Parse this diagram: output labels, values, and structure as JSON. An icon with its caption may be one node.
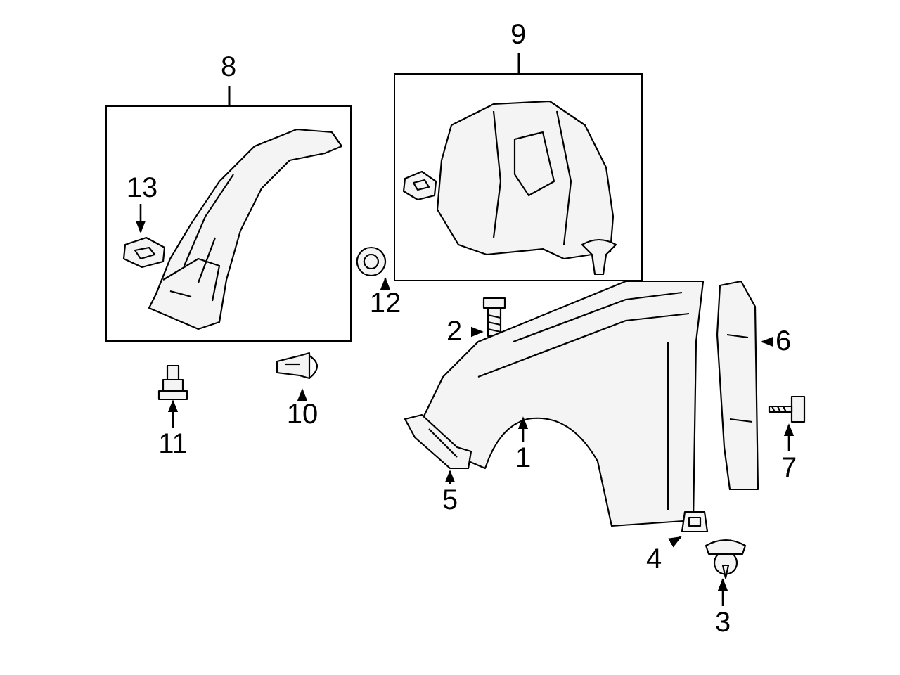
{
  "diagram": {
    "nodes": [
      {
        "text": [
          "8"
        ]
      },
      {
        "text": [],
        "shape": "picture",
        "in": 0
      },
      {
        "text": [
          "13"
        ],
        "in": 0
      },
      {
        "text": [],
        "shape": "picture",
        "in": 0
      },
      {
        "text": [
          "9"
        ]
      },
      {
        "text": [],
        "shape": "picture",
        "in": 4
      },
      {
        "text": [],
        "shape": "picture",
        "in": 4
      },
      {
        "text": [],
        "shape": "picture",
        "in": 4
      },
      {
        "text": [
          "12"
        ]
      },
      {
        "text": [],
        "shape": "picture"
      },
      {
        "text": [
          "10"
        ]
      },
      {
        "text": [],
        "shape": "picture"
      },
      {
        "text": [
          "11"
        ]
      },
      {
        "text": [],
        "shape": "picture"
      },
      {
        "text": [
          "2"
        ]
      },
      {
        "text": [],
        "shape": "picture"
      },
      {
        "text": [
          "1"
        ]
      },
      {
        "text": [],
        "shape": "picture"
      },
      {
        "text": [
          "5"
        ]
      },
      {
        "text": [],
        "shape": "picture"
      },
      {
        "text": [
          "6"
        ]
      },
      {
        "text": [],
        "shape": "picture"
      },
      {
        "text": [
          "7"
        ]
      },
      {
        "text": [],
        "shape": "picture"
      },
      {
        "text": [
          "4"
        ]
      },
      {
        "text": [],
        "shape": "picture"
      },
      {
        "text": [
          "3"
        ]
      },
      {
        "text": [],
        "shape": "picture"
      }
    ],
    "edges": [
      {
        "from": 2,
        "to": 3,
        "arrow": "to"
      },
      {
        "from": 8,
        "to": 9,
        "arrow": "to"
      },
      {
        "from": 10,
        "to": 11,
        "arrow": "to"
      },
      {
        "from": 12,
        "to": 13,
        "arrow": "to"
      },
      {
        "from": 14,
        "to": 15,
        "arrow": "to"
      },
      {
        "from": 16,
        "to": 17,
        "arrow": "to"
      },
      {
        "from": 18,
        "to": 19,
        "arrow": "to"
      },
      {
        "from": 20,
        "to": 21,
        "arrow": "to"
      },
      {
        "from": 22,
        "to": 23,
        "arrow": "to"
      },
      {
        "from": 24,
        "to": 25,
        "arrow": "to"
      },
      {
        "from": 26,
        "to": 27,
        "arrow": "to"
      }
    ]
  }
}
